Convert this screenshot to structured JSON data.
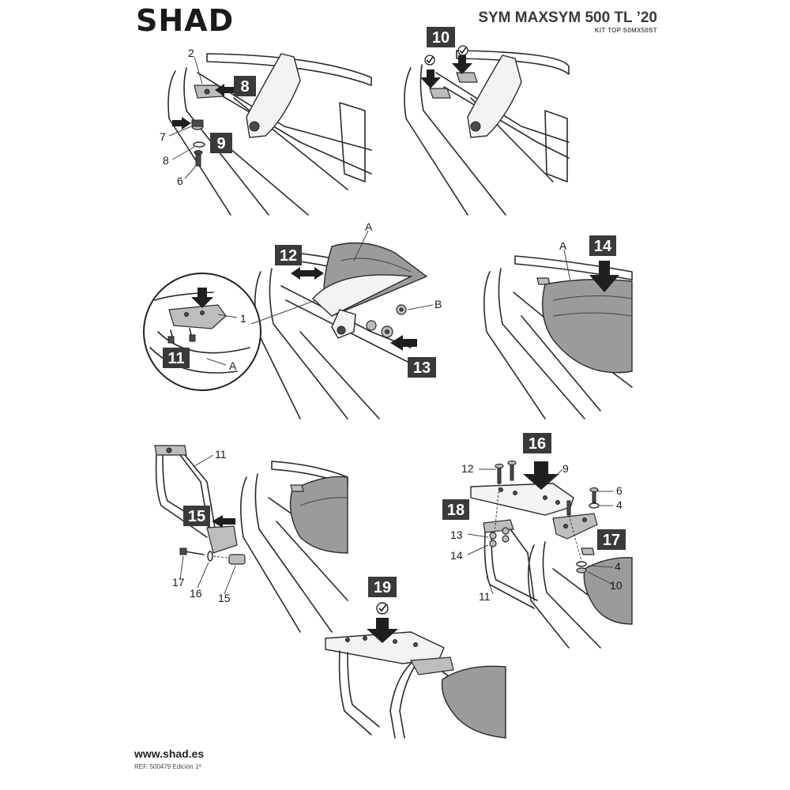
{
  "header": {
    "brand": "SHAD",
    "model": "SYM MAXSYM 500 TL ’20",
    "kit": "KIT TOP S0MX50ST"
  },
  "footer": {
    "url": "www.shad.es",
    "ref": "REF. 500479 Edición 1ª"
  },
  "steps": {
    "s8": "8",
    "s9": "9",
    "s10": "10",
    "s11": "11",
    "s12": "12",
    "s13": "13",
    "s14": "14",
    "s15": "15",
    "s16": "16",
    "s17": "17",
    "s18": "18",
    "s19": "19"
  },
  "parts": {
    "p1": {
      "n2": "2",
      "n7": "7",
      "n8": "8",
      "n6": "6"
    },
    "p3": {
      "A": "A",
      "B": "B",
      "n1": "1",
      "A2": "A"
    },
    "p4": {
      "A": "A"
    },
    "p5": {
      "n11": "11",
      "n17": "17",
      "n16": "16",
      "n15": "15"
    },
    "p6": {
      "n12": "12",
      "n9": "9",
      "n6": "6",
      "n4": "4",
      "n13": "13",
      "n14": "14",
      "n4b": "4",
      "n10": "10",
      "n11": "11"
    }
  },
  "colors": {
    "step_box": "#3a3a3a",
    "line": "#2a2a2a",
    "seat": "#9b9b9b"
  },
  "icons": [
    "checkmark-icon",
    "down-arrow-icon",
    "left-arrow-icon",
    "right-arrow-icon"
  ]
}
